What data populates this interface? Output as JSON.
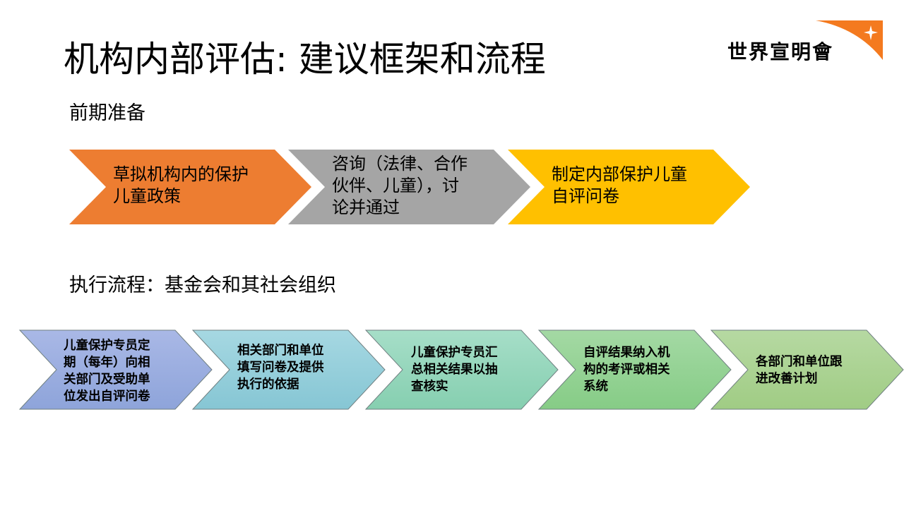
{
  "title": "机构内部评估: 建议框架和流程",
  "logo": {
    "text": "世界宣明會",
    "accent": "#F47A1F"
  },
  "prep": {
    "heading": "前期准备",
    "steps": [
      {
        "lines": [
          "草拟机构内的保护",
          "儿童政策"
        ],
        "color": "#ED7D31"
      },
      {
        "lines": [
          "咨询（法律、合作",
          "伙伴、儿童），讨",
          "论并通过"
        ],
        "color": "#A5A5A5"
      },
      {
        "lines": [
          "制定内部保护儿童",
          "自评问卷"
        ],
        "color": "#FFC000"
      }
    ]
  },
  "process": {
    "heading": "执行流程：基金会和其社会组织",
    "steps": [
      {
        "lines": [
          "儿童保护专员定",
          "期（每年）向相",
          "关部门及受助单",
          "位发出自评问卷"
        ],
        "color_top": "#A9B8E6",
        "color_bottom": "#8EA4DA"
      },
      {
        "lines": [
          "相关部门和单位",
          "填写问卷及提供",
          "执行的依据"
        ],
        "color_top": "#A6D8E2",
        "color_bottom": "#86C6D4"
      },
      {
        "lines": [
          "儿童保护专员汇",
          "总相关结果以抽",
          "查核实"
        ],
        "color_top": "#A6DEC8",
        "color_bottom": "#86CFB0"
      },
      {
        "lines": [
          "自评结果纳入机",
          "构的考评或相关",
          "系统"
        ],
        "color_top": "#A4D9A4",
        "color_bottom": "#86CC86"
      },
      {
        "lines": [
          "各部门和单位跟",
          "进改善计划"
        ],
        "color_top": "#B6D9A2",
        "color_bottom": "#A0CC84"
      }
    ]
  }
}
